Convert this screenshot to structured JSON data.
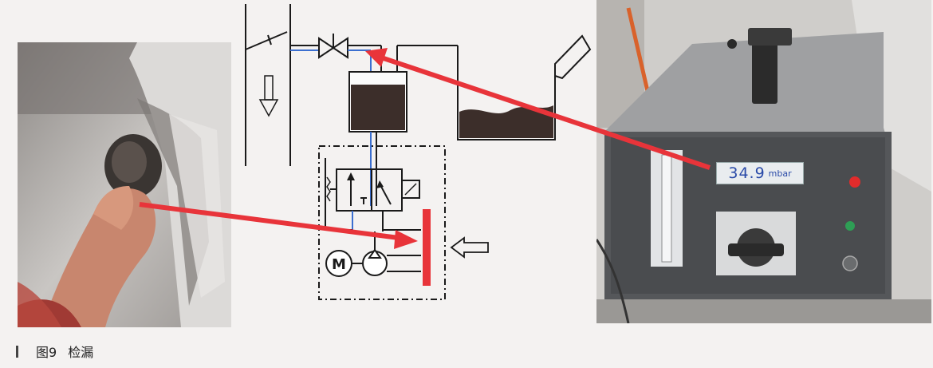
{
  "caption": {
    "figure_label": "图9",
    "title": "检漏"
  },
  "diagram": {
    "motor_label": "M"
  },
  "device": {
    "readout_value": "34.9",
    "readout_unit": "mbar"
  },
  "colors": {
    "arrow": "#e8343a",
    "pipe_blue": "#3b6fd0",
    "diagram_line": "#1a1a1a",
    "fluid": "#3c2e2a"
  },
  "icons": [
    "valve-icon",
    "motor-icon",
    "pump-icon",
    "solenoid-valve-icon",
    "flow-arrow-icon"
  ]
}
